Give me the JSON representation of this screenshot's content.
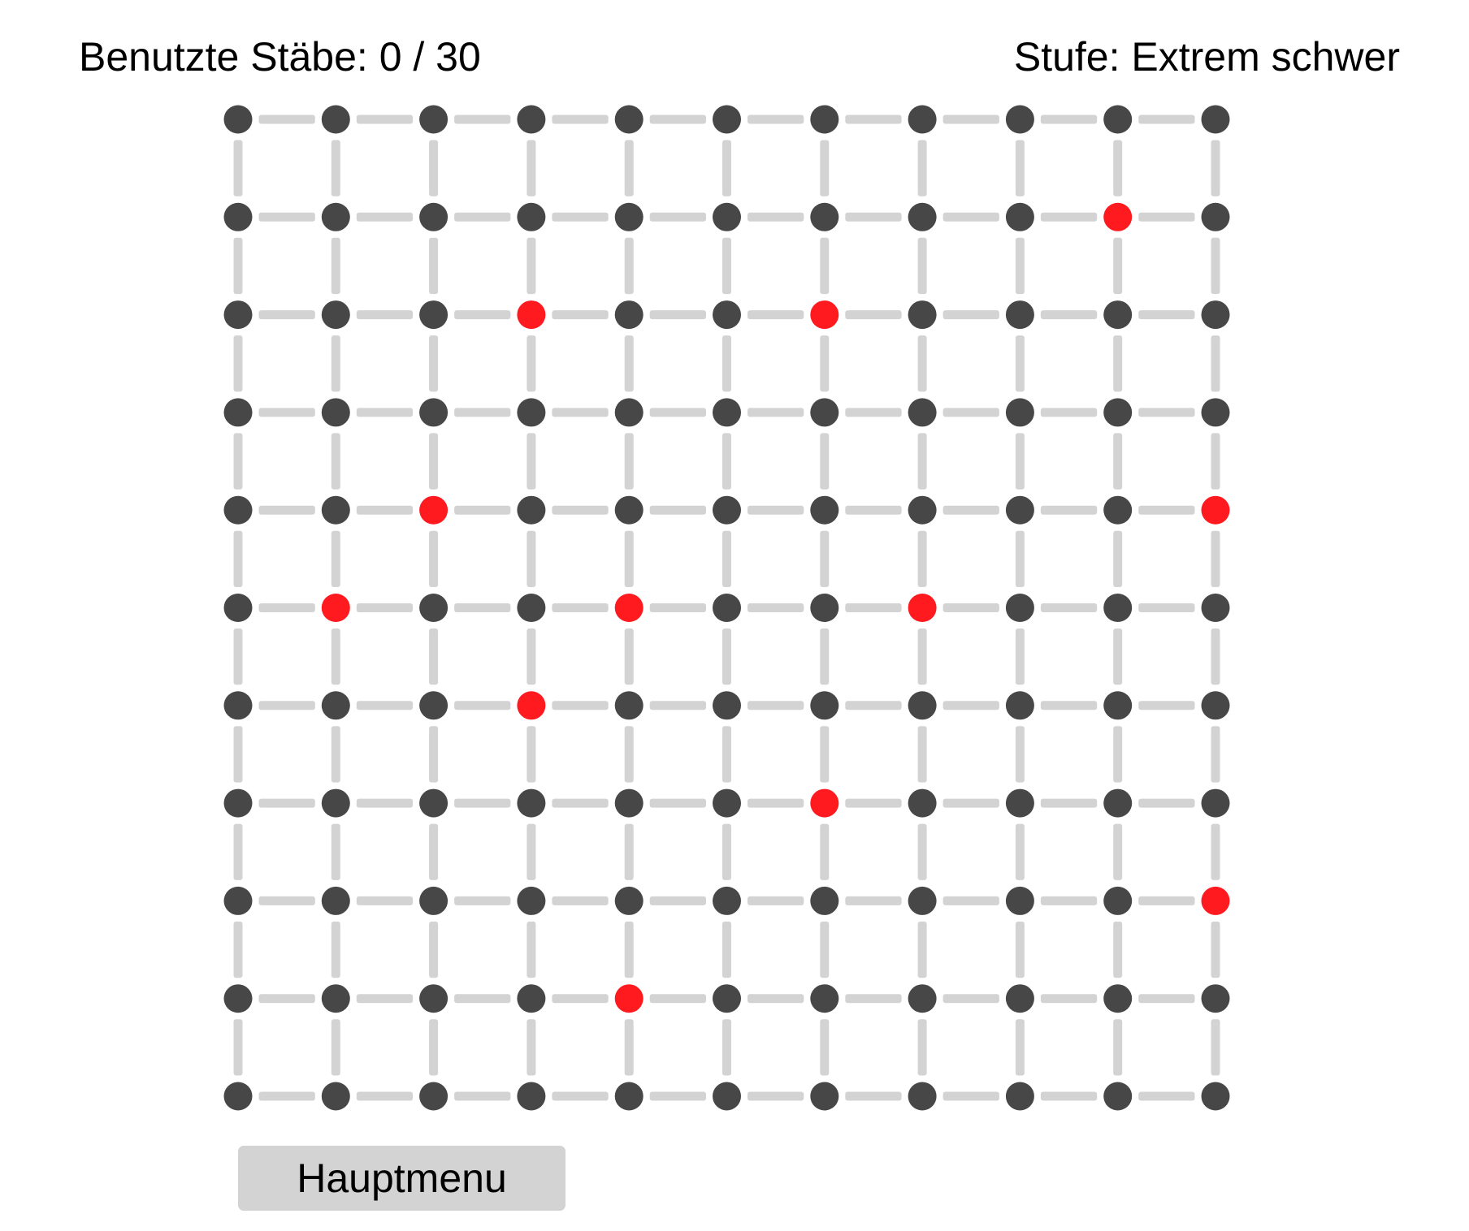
{
  "status": {
    "used_label": "Benutzte Stäbe: 0 / 30",
    "level_label": "Stufe: Extrem schwer"
  },
  "menu_button_label": "Hauptmenu",
  "grid": {
    "columns": 11,
    "rows": 11,
    "marked_nodes": [
      [
        1,
        9
      ],
      [
        2,
        3
      ],
      [
        2,
        6
      ],
      [
        4,
        2
      ],
      [
        4,
        10
      ],
      [
        5,
        1
      ],
      [
        5,
        4
      ],
      [
        5,
        7
      ],
      [
        6,
        3
      ],
      [
        7,
        6
      ],
      [
        8,
        10
      ],
      [
        9,
        4
      ]
    ]
  },
  "colors": {
    "node": "#474747",
    "marked_node": "#ff1a1f",
    "stick": "#d3d3d3",
    "button": "#d3d3d3"
  }
}
